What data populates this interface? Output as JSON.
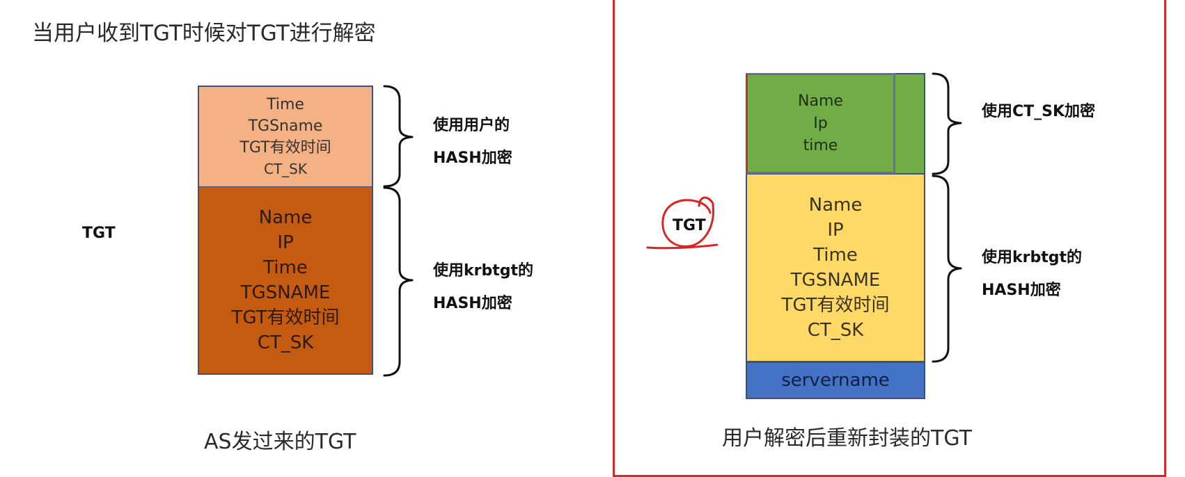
{
  "title": "当用户收到TGT时候对TGT进行解密",
  "left": {
    "side_label": "TGT",
    "top_block": {
      "lines": [
        "Time",
        "TGSname",
        "TGT有效时间",
        "CT_SK"
      ],
      "color": "#f4b183"
    },
    "bottom_block": {
      "lines": [
        "Name",
        "IP",
        "Time",
        "TGSNAME",
        "TGT有效时间",
        "CT_SK"
      ],
      "color": "#c55a11"
    },
    "top_note": [
      "使用用户的",
      "HASH加密"
    ],
    "bottom_note": [
      "使用krbtgt的",
      "HASH加密"
    ],
    "caption": "AS发过来的TGT"
  },
  "right": {
    "side_label": "TGT",
    "top_block": {
      "lines": [
        "Name",
        "Ip",
        "time"
      ],
      "color": "#70ad47"
    },
    "middle_block": {
      "lines": [
        "Name",
        "IP",
        "Time",
        "TGSNAME",
        "TGT有效时间",
        "CT_SK"
      ],
      "color": "#ffd966"
    },
    "bottom_block": {
      "text": "servername",
      "color": "#4472c4"
    },
    "top_note": "使用CT_SK加密",
    "middle_note": [
      "使用krbtgt的",
      "HASH加密"
    ],
    "caption": "用户解密后重新封装的TGT"
  },
  "colors": {
    "frame": "#d62828",
    "annotation": "#e02020"
  }
}
